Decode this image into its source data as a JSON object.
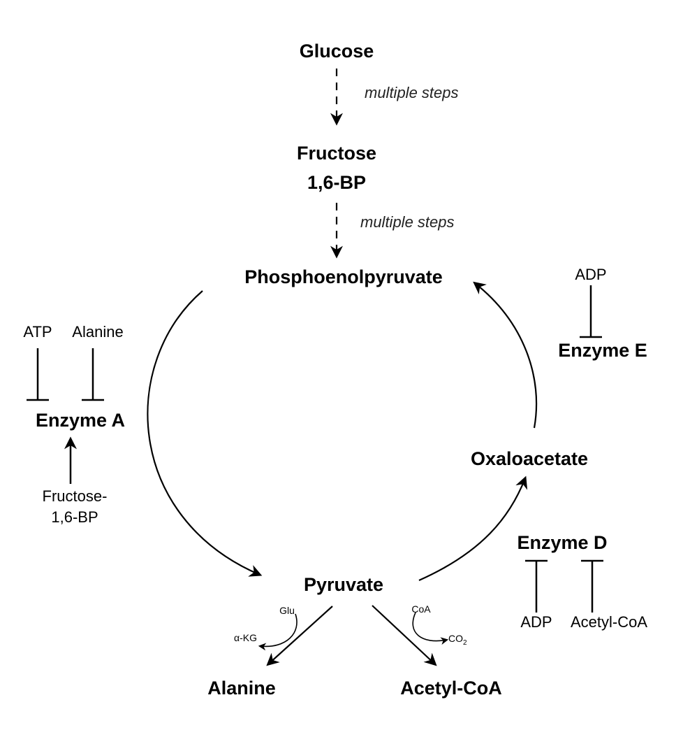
{
  "nodes": {
    "glucose": "Glucose",
    "fructose_line1": "Fructose",
    "fructose_line2": "1,6-BP",
    "pep": "Phosphoenolpyruvate",
    "pyruvate": "Pyruvate",
    "oxaloacetate": "Oxaloacetate",
    "alanine": "Alanine",
    "acetyl_coa": "Acetyl-CoA"
  },
  "steps": {
    "step1": "multiple steps",
    "step2": "multiple steps"
  },
  "enzymes": {
    "a": "Enzyme A",
    "d": "Enzyme D",
    "e": "Enzyme E"
  },
  "regulators": {
    "atp": "ATP",
    "alanine": "Alanine",
    "fructose_line1": "Fructose-",
    "fructose_line2": "1,6-BP",
    "adp_e": "ADP",
    "adp_d": "ADP",
    "acetyl_coa_d": "Acetyl-CoA"
  },
  "cofactors": {
    "glu": "Glu",
    "akg": "α-KG",
    "coa": "CoA",
    "co2": "CO",
    "co2_sub": "2"
  }
}
